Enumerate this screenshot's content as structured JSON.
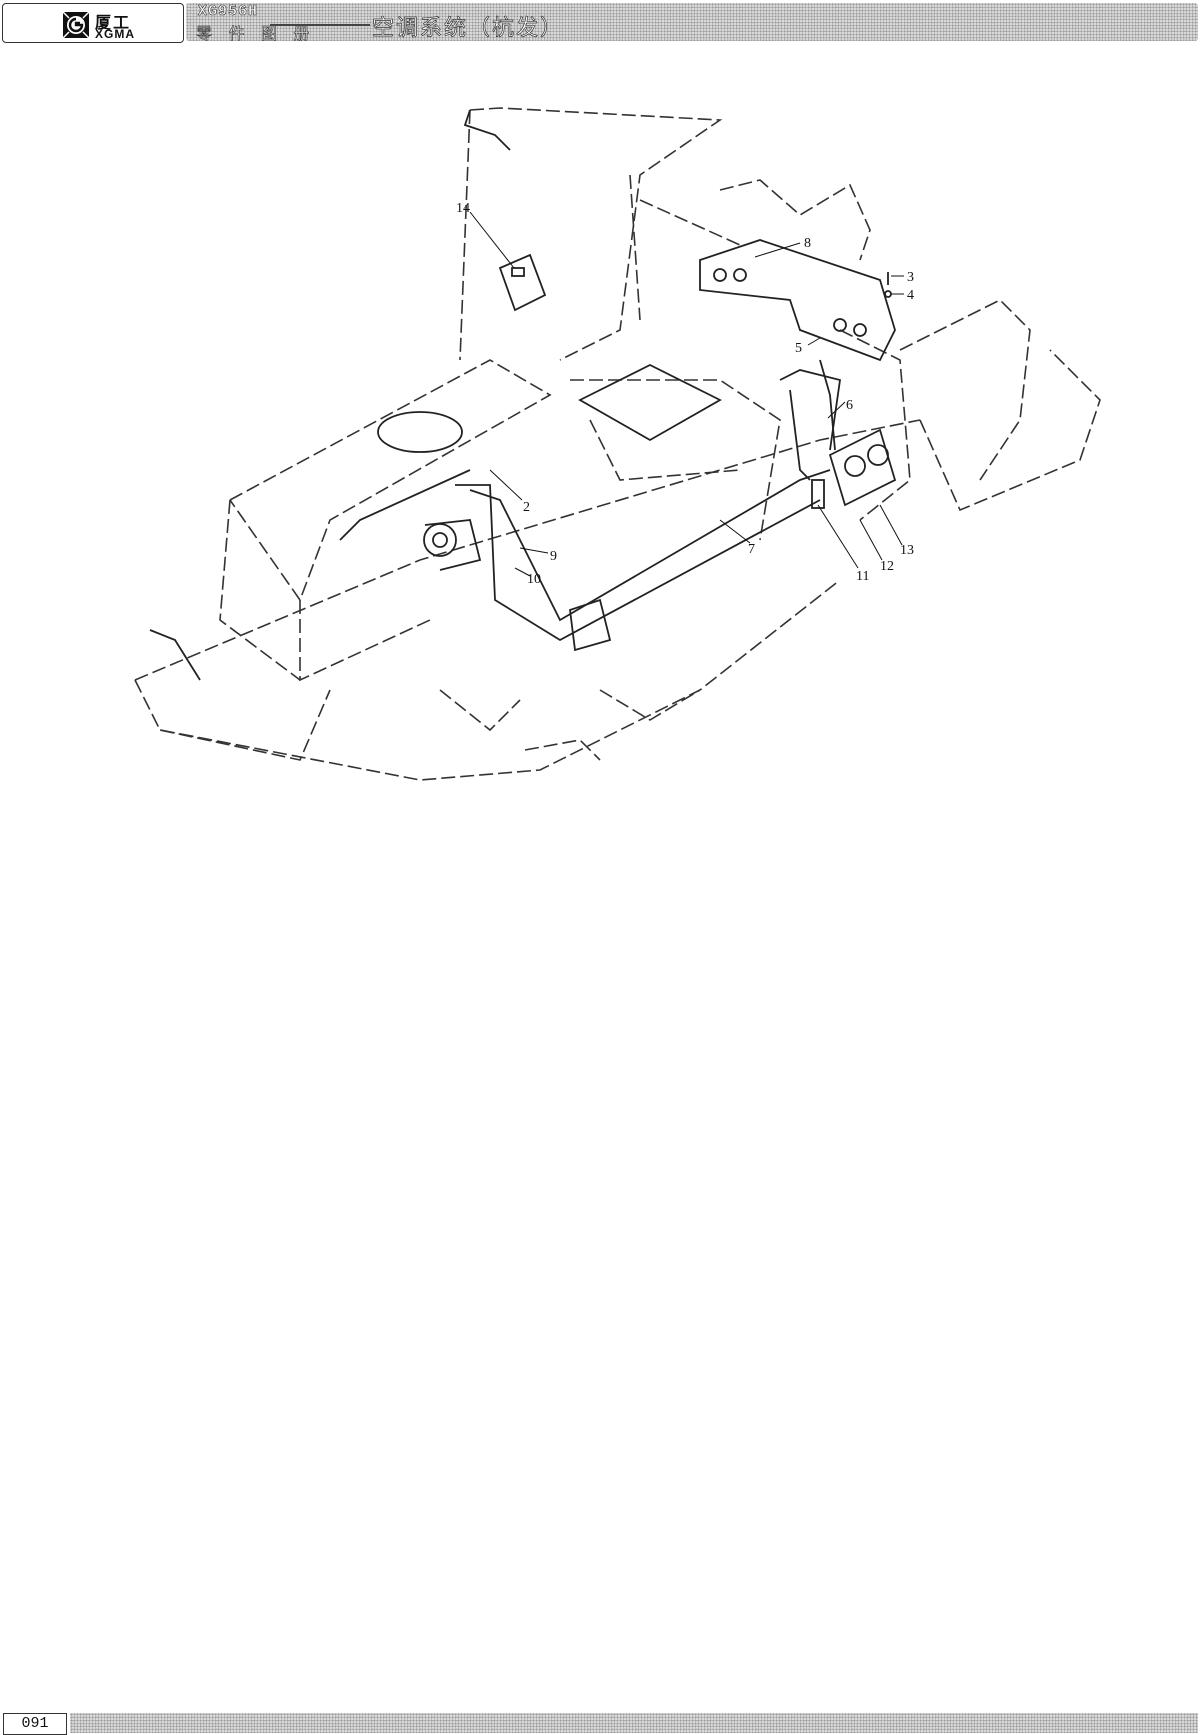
{
  "header": {
    "brand_cn": "厦工",
    "brand_en": "XGMA",
    "model": "XG956H",
    "catalog_label": "零 件 图 册",
    "system_title": "空调系统（杭发）"
  },
  "footer": {
    "page_number": "091"
  },
  "diagram": {
    "callouts": [
      "14",
      "8",
      "3",
      "4",
      "5",
      "6",
      "2",
      "7",
      "9",
      "10",
      "11",
      "12",
      "13"
    ]
  }
}
